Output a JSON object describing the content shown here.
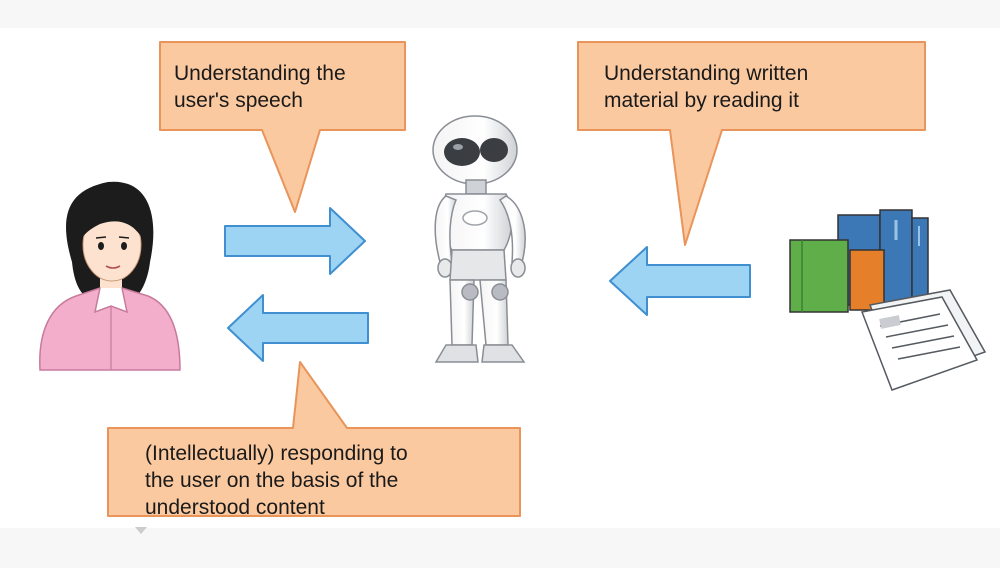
{
  "diagram": {
    "callouts": {
      "speech": {
        "text": "Understanding the\nuser's speech"
      },
      "reading": {
        "text": "Understanding written\nmaterial by reading it"
      },
      "response": {
        "text": "(Intellectually) responding to\nthe user on the basis of the\nunderstood content"
      }
    },
    "colors": {
      "callout_fill": "#fbc9a0",
      "callout_border": "#e8945a",
      "arrow_fill": "#9dd3f3",
      "arrow_border": "#3f8fd1",
      "shirt": "#f2aecb",
      "hair": "#1c1c1c",
      "skin": "#fde3cf",
      "book_green": "#5fae4a",
      "book_blue": "#3c78b6",
      "book_orange": "#e57f2a"
    },
    "icons": {
      "woman": "woman-user-icon",
      "robot": "humanoid-robot-icon",
      "books": "books-icon",
      "newspaper": "newspaper-icon"
    }
  }
}
